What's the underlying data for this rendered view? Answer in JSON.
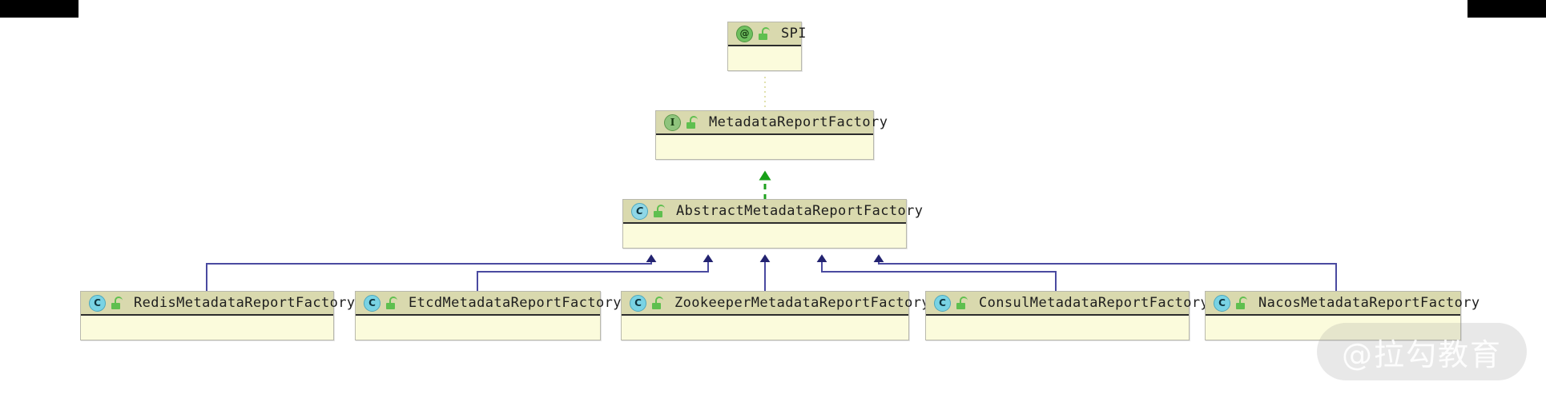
{
  "diagram": {
    "type": "uml-class-diagram",
    "background": "#ffffff",
    "node_header_color": "#d9d9ae",
    "node_body_color": "#fbfbdc",
    "inheritance_edge_color": "#3b3b8f",
    "realization_edge_color": "#1ea11e",
    "annotation_edge_color": "#e3e3b0"
  },
  "nodes": {
    "spi": {
      "title": "SPI",
      "stereotype_icon": "annotation-icon",
      "stereotype_glyph": "@",
      "visibility_icon": "unlock-icon",
      "kind": "annotation"
    },
    "metadata_report_factory": {
      "title": "MetadataReportFactory",
      "stereotype_icon": "interface-icon",
      "stereotype_glyph": "I",
      "visibility_icon": "unlock-icon",
      "kind": "interface"
    },
    "abstract_metadata_report_factory": {
      "title": "AbstractMetadataReportFactory",
      "stereotype_icon": "abstract-class-icon",
      "stereotype_glyph": "C",
      "visibility_icon": "unlock-icon",
      "kind": "abstract-class"
    },
    "redis": {
      "title": "RedisMetadataReportFactory",
      "stereotype_icon": "class-icon",
      "stereotype_glyph": "C",
      "visibility_icon": "unlock-icon",
      "kind": "class"
    },
    "etcd": {
      "title": "EtcdMetadataReportFactory",
      "stereotype_icon": "class-icon",
      "stereotype_glyph": "C",
      "visibility_icon": "unlock-icon",
      "kind": "class"
    },
    "zookeeper": {
      "title": "ZookeeperMetadataReportFactory",
      "stereotype_icon": "class-icon",
      "stereotype_glyph": "C",
      "visibility_icon": "unlock-icon",
      "kind": "class"
    },
    "consul": {
      "title": "ConsulMetadataReportFactory",
      "stereotype_icon": "class-icon",
      "stereotype_glyph": "C",
      "visibility_icon": "unlock-icon",
      "kind": "class"
    },
    "nacos": {
      "title": "NacosMetadataReportFactory",
      "stereotype_icon": "class-icon",
      "stereotype_glyph": "C",
      "visibility_icon": "unlock-icon",
      "kind": "class"
    }
  },
  "edges": [
    {
      "from": "spi",
      "to": "metadata_report_factory",
      "style": "dotted",
      "relation": "annotation"
    },
    {
      "from": "abstract_metadata_report_factory",
      "to": "metadata_report_factory",
      "style": "dashed",
      "relation": "realization"
    },
    {
      "from": "redis",
      "to": "abstract_metadata_report_factory",
      "style": "solid",
      "relation": "generalization"
    },
    {
      "from": "etcd",
      "to": "abstract_metadata_report_factory",
      "style": "solid",
      "relation": "generalization"
    },
    {
      "from": "zookeeper",
      "to": "abstract_metadata_report_factory",
      "style": "solid",
      "relation": "generalization"
    },
    {
      "from": "consul",
      "to": "abstract_metadata_report_factory",
      "style": "solid",
      "relation": "generalization"
    },
    {
      "from": "nacos",
      "to": "abstract_metadata_report_factory",
      "style": "solid",
      "relation": "generalization"
    }
  ],
  "watermark": {
    "text": "@拉勾教育"
  }
}
